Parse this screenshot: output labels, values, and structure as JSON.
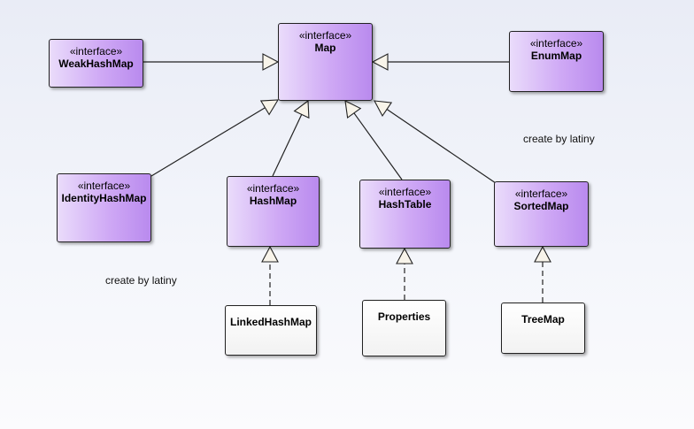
{
  "colors": {
    "interface_fill": "#cfa9f5",
    "class_fill": "#ffffff",
    "line": "#222222",
    "arrow_fill": "#f8f4ea"
  },
  "nodes": [
    {
      "id": "map",
      "stereotype": "«interface»",
      "name": "Map",
      "kind": "interface"
    },
    {
      "id": "weakhashmap",
      "stereotype": "«interface»",
      "name": "WeakHashMap",
      "kind": "interface"
    },
    {
      "id": "enummap",
      "stereotype": "«interface»",
      "name": "EnumMap",
      "kind": "interface"
    },
    {
      "id": "identityhashmap",
      "stereotype": "«interface»",
      "name": "IdentityHashMap",
      "kind": "interface"
    },
    {
      "id": "hashmap",
      "stereotype": "«interface»",
      "name": "HashMap",
      "kind": "interface"
    },
    {
      "id": "hashtable",
      "stereotype": "«interface»",
      "name": "HashTable",
      "kind": "interface"
    },
    {
      "id": "sortedmap",
      "stereotype": "«interface»",
      "name": "SortedMap",
      "kind": "interface"
    },
    {
      "id": "linkedhashmap",
      "stereotype": "",
      "name": "LinkedHashMap",
      "kind": "class"
    },
    {
      "id": "properties",
      "stereotype": "",
      "name": "Properties",
      "kind": "class"
    },
    {
      "id": "treemap",
      "stereotype": "",
      "name": "TreeMap",
      "kind": "class"
    }
  ],
  "edges": [
    {
      "from": "weakhashmap",
      "to": "map",
      "type": "generalization"
    },
    {
      "from": "enummap",
      "to": "map",
      "type": "generalization"
    },
    {
      "from": "identityhashmap",
      "to": "map",
      "type": "generalization"
    },
    {
      "from": "hashmap",
      "to": "map",
      "type": "generalization"
    },
    {
      "from": "hashtable",
      "to": "map",
      "type": "generalization"
    },
    {
      "from": "sortedmap",
      "to": "map",
      "type": "generalization"
    },
    {
      "from": "linkedhashmap",
      "to": "hashmap",
      "type": "realization"
    },
    {
      "from": "properties",
      "to": "hashtable",
      "type": "realization"
    },
    {
      "from": "treemap",
      "to": "sortedmap",
      "type": "realization"
    }
  ],
  "notes": [
    {
      "id": "note1",
      "text": "create by latiny"
    },
    {
      "id": "note2",
      "text": "create by latiny"
    }
  ]
}
